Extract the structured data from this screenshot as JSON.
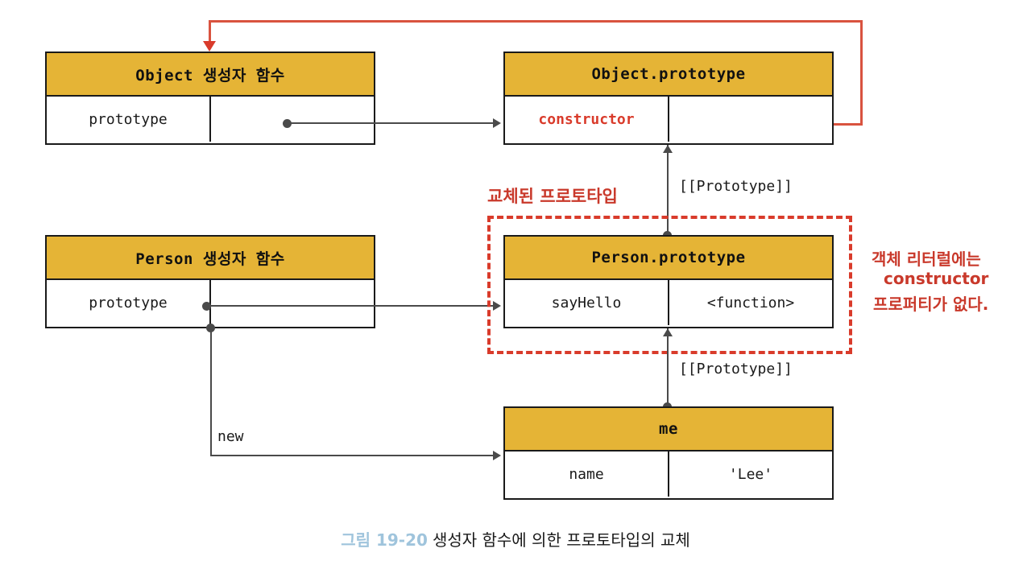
{
  "diagram": {
    "title_caption": {
      "figure_number": "그림 19-20",
      "figure_title": "생성자 함수에 의한 프로토타입의 교체"
    },
    "boxes": [
      {
        "id": "object-constructor",
        "header": "Object 생성자 함수",
        "rows": [
          {
            "key": "prototype",
            "value": ""
          }
        ]
      },
      {
        "id": "object-prototype",
        "header": "Object.prototype",
        "rows": [
          {
            "key": "constructor",
            "value": ""
          }
        ]
      },
      {
        "id": "person-constructor",
        "header": "Person 생성자 함수",
        "rows": [
          {
            "key": "prototype",
            "value": ""
          }
        ]
      },
      {
        "id": "person-prototype",
        "header": "Person.prototype",
        "rows": [
          {
            "key": "sayHello",
            "value": "<function>"
          }
        ]
      },
      {
        "id": "me-object",
        "header": "me",
        "rows": [
          {
            "key": "name",
            "value": "'Lee'"
          }
        ]
      }
    ],
    "edge_labels": {
      "prototype_link_upper": "[[Prototype]]",
      "prototype_link_lower": "[[Prototype]]",
      "new_label": "new"
    },
    "annotations": {
      "replaced_prototype": "교체된 프로토타입",
      "no_constructor_line1": "객체 리터럴에는",
      "no_constructor_line2": "constructor",
      "no_constructor_line3": "프로퍼티가 없다."
    },
    "colors": {
      "header_fill": "#E5B436",
      "box_border": "#1a1a1a",
      "accent_red": "#D93B2B",
      "annotation_red": "#C9392B",
      "connector_gray": "#4a4a4a",
      "caption_number": "#9FC4DC"
    }
  }
}
